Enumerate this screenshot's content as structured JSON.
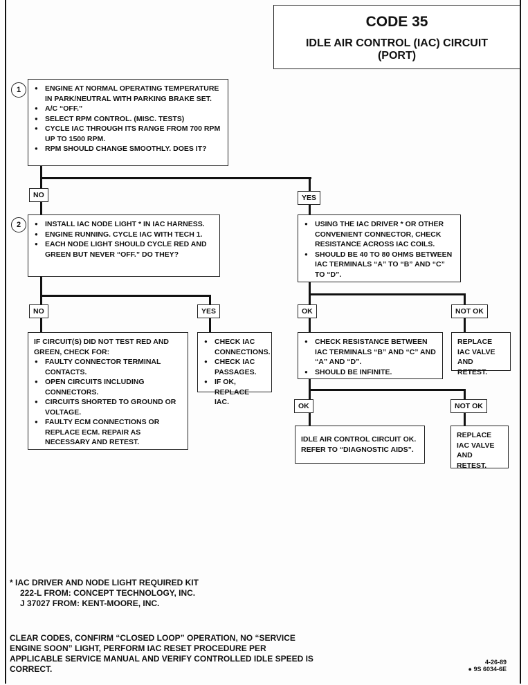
{
  "header": {
    "code": "CODE 35",
    "title_line1": "IDLE AIR CONTROL (IAC) CIRCUIT",
    "title_line2": "(PORT)"
  },
  "steps": [
    {
      "number": "1",
      "items": [
        "ENGINE AT NORMAL OPERATING TEMPERATURE IN PARK/NEUTRAL WITH PARKING BRAKE SET.",
        "A/C “OFF.”",
        "SELECT RPM CONTROL.  (MISC. TESTS)",
        "CYCLE IAC THROUGH ITS RANGE FROM 700 RPM UP TO 1500 RPM.",
        "RPM SHOULD CHANGE SMOOTHLY. DOES IT?"
      ]
    },
    {
      "number": "2",
      "items": [
        "INSTALL IAC NODE LIGHT * IN IAC HARNESS.",
        "ENGINE RUNNING.  CYCLE IAC WITH TECH 1.",
        "EACH NODE LIGHT SHOULD CYCLE RED AND GREEN BUT NEVER “OFF.” DO THEY?"
      ]
    }
  ],
  "labels": {
    "no": "NO",
    "yes": "YES",
    "ok": "OK",
    "not_ok": "NOT OK"
  },
  "boxes": {
    "resistance_check": [
      "USING THE IAC DRIVER * OR OTHER CONVENIENT CONNECTOR, CHECK RESISTANCE ACROSS IAC COILS.",
      "SHOULD BE 40 TO 80 OHMS BETWEEN IAC TERMINALS “A” TO “B” AND “C” TO “D”."
    ],
    "circuit_check_intro": "IF CIRCUIT(S) DID NOT TEST RED AND GREEN, CHECK FOR:",
    "circuit_check": [
      "FAULTY CONNECTOR TERMINAL CONTACTS.",
      "OPEN CIRCUITS INCLUDING CONNECTORS.",
      "CIRCUITS SHORTED TO GROUND OR VOLTAGE.",
      "FAULTY ECM CONNECTIONS OR REPLACE ECM. REPAIR AS NECESSARY AND RETEST."
    ],
    "iac_check": [
      "CHECK IAC CONNECTIONS.",
      "CHECK IAC PASSAGES.",
      "IF OK, REPLACE IAC."
    ],
    "infinite_check": [
      "CHECK RESISTANCE BETWEEN IAC TERMINALS “B” AND “C” AND “A” AND “D”.",
      "SHOULD BE INFINITE."
    ],
    "replace1": "REPLACE IAC VALVE AND RETEST.",
    "circuit_ok": "IDLE AIR CONTROL CIRCUIT OK. REFER TO “DIAGNOSTIC AIDS”.",
    "replace2": "REPLACE IAC VALVE AND RETEST."
  },
  "footnote": {
    "line1": "*  IAC DRIVER AND NODE LIGHT REQUIRED KIT",
    "line2": "222-L FROM:  CONCEPT TECHNOLOGY, INC.",
    "line3": "J 37027 FROM:  KENT-MOORE, INC."
  },
  "closing": "CLEAR CODES, CONFIRM “CLOSED LOOP” OPERATION, NO “SERVICE ENGINE SOON” LIGHT, PERFORM IAC RESET PROCEDURE PER APPLICABLE SERVICE MANUAL AND VERIFY CONTROLLED IDLE SPEED IS CORRECT.",
  "date": "4-26-89",
  "doc_number": "● 9S 6034-6E"
}
